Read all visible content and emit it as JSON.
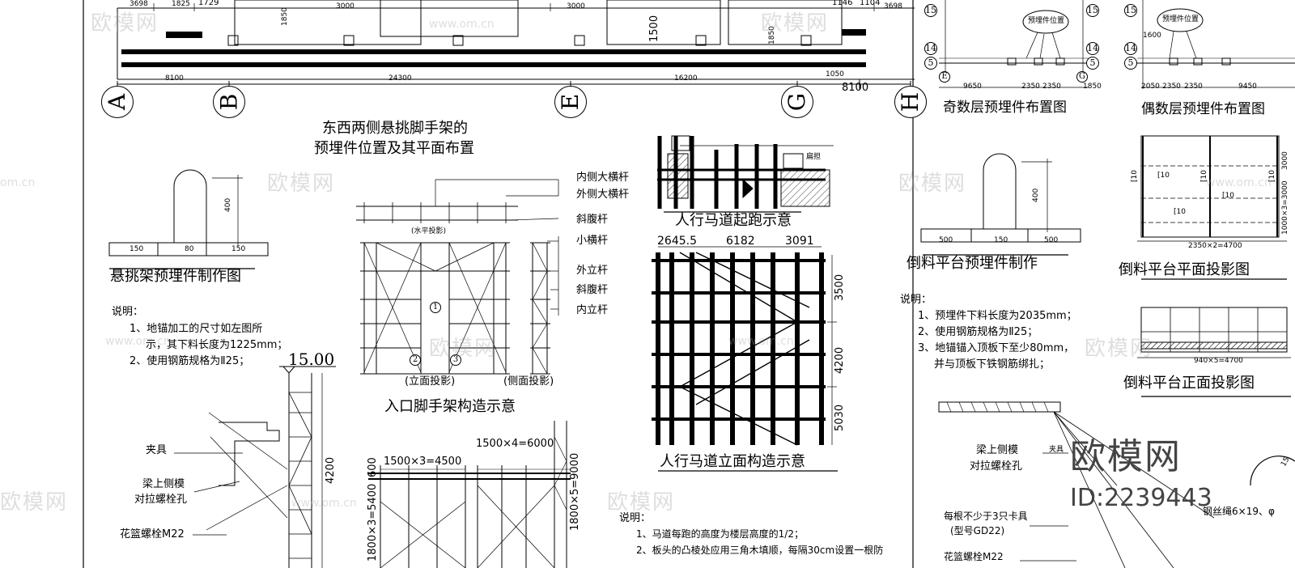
{
  "top_plan": {
    "top_dims": [
      "3698",
      "1825",
      "1729",
      "3000",
      "3000",
      "1146",
      "1104",
      "3698"
    ],
    "vertical_dims": [
      "1850",
      "1500",
      "1850"
    ],
    "bottom_dims": [
      "8100",
      "24300",
      "16200",
      "1050",
      "8100"
    ],
    "axes": [
      "A",
      "B",
      "E",
      "G",
      "H"
    ]
  },
  "main_title": {
    "line1": "东西两侧悬挑脚手架的",
    "line2": "预埋件位置及其平面布置"
  },
  "cantilever_embed": {
    "title": "悬挑架预埋件制作图",
    "height_dim": "400",
    "widths": [
      "150",
      "80",
      "150"
    ]
  },
  "notes_left": {
    "heading": "说明：",
    "items": [
      "1、地锚加工的尺寸如左图所",
      "示，其下料长度为1225mm；",
      "2、使用钢筋规格为Ⅱ25；"
    ]
  },
  "elevation_mark": "15.00",
  "section": {
    "height_dim": "4200",
    "labels": [
      "夹具",
      "梁上侧模",
      "对拉螺栓孔",
      "花篮螺栓M22"
    ]
  },
  "entrance": {
    "title": "入口脚手架构造示意",
    "member_labels": [
      "内侧大横杆",
      "外侧大横杆",
      "斜腹杆",
      "小横杆",
      "外立杆",
      "斜腹杆",
      "内立杆"
    ],
    "sub_labels": [
      "(水平投影)",
      "(立面投影)",
      "(侧面投影)"
    ],
    "callouts": [
      "1",
      "2",
      "3"
    ]
  },
  "bottom_frames": {
    "dim_a": "1500×3=4500",
    "dim_b": "1500×4=6000",
    "dim_v1": "1800×3=5400",
    "dim_v2": "600",
    "dim_v3": "1800×5=9000"
  },
  "walkway": {
    "start_title": "人行马道起跑示意",
    "start_tag": "扁担",
    "elev_title": "人行马道立面构造示意",
    "dims_top": [
      "2645.5",
      "6182",
      "3091"
    ],
    "dims_right": [
      "3500",
      "4200",
      "5030"
    ]
  },
  "notes_mid": {
    "heading": "说明：",
    "items": [
      "1、马道每跑的高度为楼层高度的1/2；",
      "2、板头的凸棱处应用三角木填顺，每隔30cm设置一根防"
    ]
  },
  "embed_layout": {
    "odd_title": "奇数层预埋件布置图",
    "even_title": "偶数层预埋件布置图",
    "tag": "预埋件位置",
    "grid_nums": [
      "15",
      "14",
      "5"
    ],
    "odd_axes": [
      "E",
      "G"
    ],
    "odd_dims": [
      "9650",
      "2350",
      "2350",
      "1850"
    ],
    "even_dims": [
      "2050",
      "2350",
      "2350",
      "9450"
    ],
    "even_height": "1600"
  },
  "platform_embed": {
    "title": "倒料平台预埋件制作",
    "height_dim": "400",
    "widths": [
      "500",
      "150",
      "500"
    ]
  },
  "notes_right": {
    "heading": "说明：",
    "items": [
      "1、预埋件下料长度为2035mm；",
      "2、使用钢筋规格为Ⅱ25；",
      "3、地锚锚入顶板下至少80mm，",
      "并与顶板下铁钢筋绑扎；"
    ]
  },
  "platform_plan": {
    "title": "倒料平台平面投影图",
    "dims": [
      "3000",
      "1000×3=3000"
    ],
    "bottom_dim": "2350×2=4700",
    "channel_labels": [
      "[10",
      "[10",
      "[10",
      "[10",
      "[10",
      "[10"
    ]
  },
  "platform_front": {
    "title": "倒料平台正面投影图",
    "dim": "940×5=4700"
  },
  "platform_section": {
    "labels": [
      "梁上侧模",
      "对拉螺栓孔",
      "每根不少于3只卡具",
      "(型号GD22)",
      "花篮螺栓M22",
      "钢丝绳6×19、φ",
      "夹具"
    ],
    "arc_num": "15"
  },
  "watermark": {
    "brand": "欧模网",
    "url": "www.om.cn",
    "url_short": "om.cn",
    "id": "ID:2239443"
  }
}
